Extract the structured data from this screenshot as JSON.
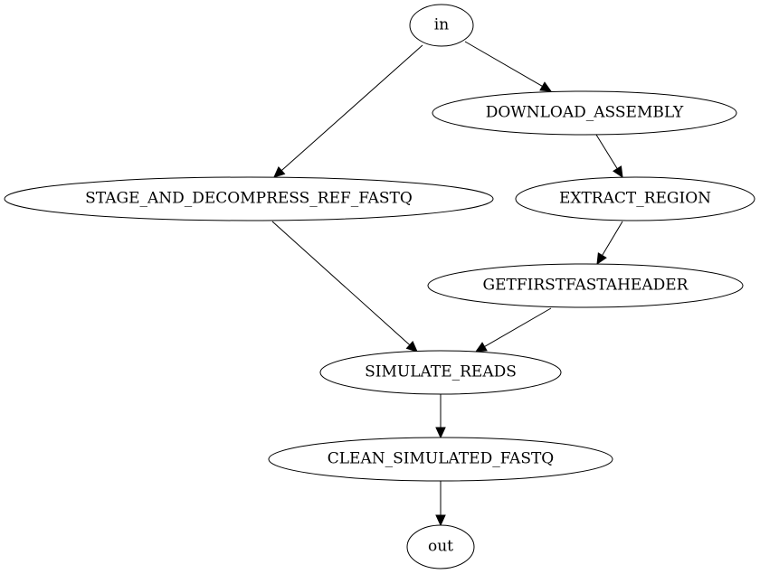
{
  "diagram": {
    "nodes": {
      "in": "in",
      "download_assembly": "DOWNLOAD_ASSEMBLY",
      "stage_and_decompress": "STAGE_AND_DECOMPRESS_REF_FASTQ",
      "extract_region": "EXTRACT_REGION",
      "getfirstfastaheader": "GETFIRSTFASTAHEADER",
      "simulate_reads": "SIMULATE_READS",
      "clean_simulated_fastq": "CLEAN_SIMULATED_FASTQ",
      "out": "out"
    },
    "edges": [
      {
        "from": "in",
        "to": "stage_and_decompress"
      },
      {
        "from": "in",
        "to": "download_assembly"
      },
      {
        "from": "download_assembly",
        "to": "extract_region"
      },
      {
        "from": "extract_region",
        "to": "getfirstfastaheader"
      },
      {
        "from": "stage_and_decompress",
        "to": "simulate_reads"
      },
      {
        "from": "getfirstfastaheader",
        "to": "simulate_reads"
      },
      {
        "from": "simulate_reads",
        "to": "clean_simulated_fastq"
      },
      {
        "from": "clean_simulated_fastq",
        "to": "out"
      }
    ]
  }
}
